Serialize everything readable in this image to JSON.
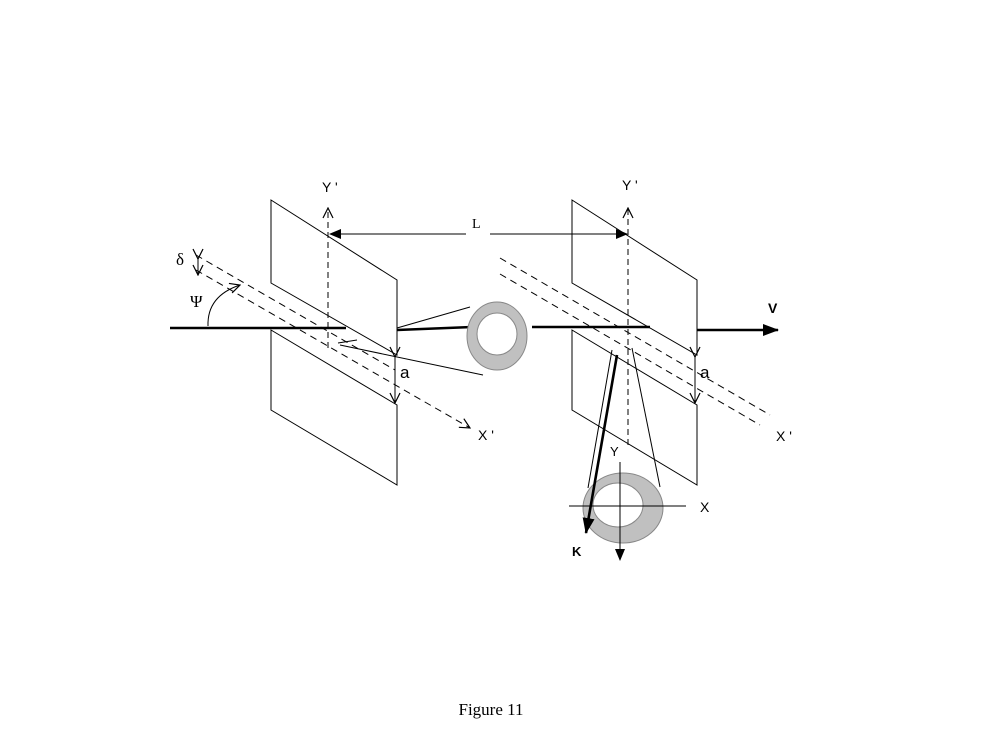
{
  "caption": "Figure 11",
  "labels": {
    "y_prime_left": "Y '",
    "y_prime_right": "Y '",
    "x_prime_left": "X '",
    "x_prime_right": "X '",
    "distance": "L",
    "delta": "δ",
    "psi": "Ψ",
    "gap_left": "a",
    "gap_right": "a",
    "velocity": "V",
    "k_vector": "K",
    "y_axis": "Y",
    "x_axis": "X"
  },
  "colors": {
    "line": "#000000",
    "ring_fill": "#c0c0c0",
    "ring_stroke": "#888888",
    "background": "#ffffff"
  }
}
